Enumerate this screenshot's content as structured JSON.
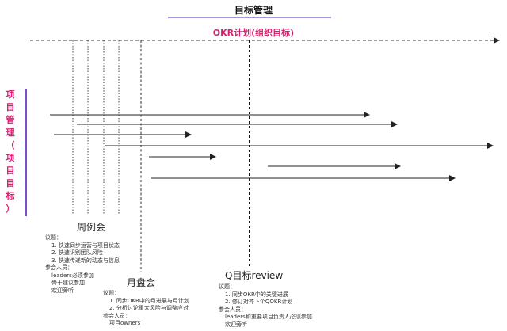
{
  "title": "目标管理",
  "okr_title": "OKR计划(组织目标)",
  "vertical_label": [
    "项",
    "目",
    "管",
    "理",
    "（",
    "项",
    "目",
    "目",
    "标",
    "）"
  ],
  "meetings": {
    "weekly": {
      "title": "周例会",
      "lines": [
        "议题：",
        "1. 快速同步运营与项目状态",
        "2. 快速识别团队风险",
        "3. 快速传递新的动态与信息",
        "参会人员：",
        "leaders必须参加",
        "骨干建议参加",
        "欢迎旁听"
      ]
    },
    "monthly": {
      "title": "月盘会",
      "lines": [
        "议题：",
        "1. 同步OKR中的月进展与月计划",
        "2. 分析讨论重大风险与调整应对",
        "参会人员：",
        "项目owners"
      ]
    },
    "quarterly": {
      "title": "Q目标review",
      "lines": [
        "议题：",
        "1. 同步OKR中的关键进展",
        "2. 修订对齐下个QOKR计划",
        "参会人员：",
        "leaders和重要项目负责人必须参加",
        "欢迎旁听"
      ]
    }
  },
  "colors": {
    "accent": "#d6206e",
    "title_underline": "#6a5acd",
    "side_bar": "#7b4fc9",
    "line": "#333333"
  }
}
